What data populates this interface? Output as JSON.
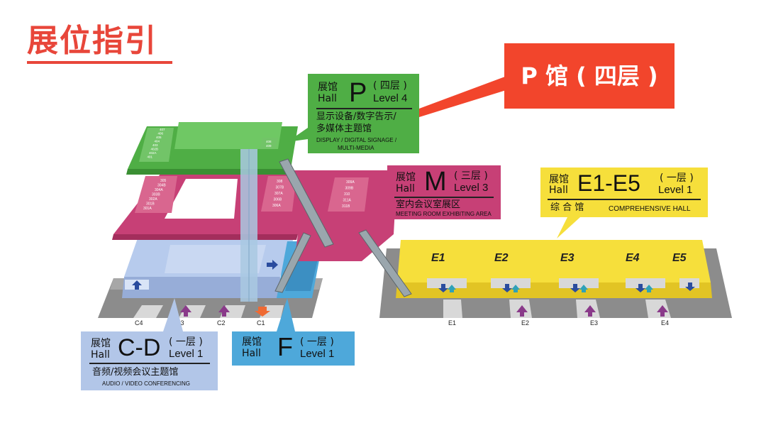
{
  "page_title": "展位指引",
  "callout": {
    "text": "P 馆 ( 四层 )",
    "color": "#f2452c"
  },
  "halls": {
    "p": {
      "zh_label": "展馆",
      "hall_en": "Hall",
      "letter": "P",
      "level_zh": "( 四层 )",
      "level_en": "Level 4",
      "desc_zh_1": "显示设备/数字告示/",
      "desc_zh_2": "多媒体主题馆",
      "desc_en_1": "DISPLAY / DIGITAL SIGNAGE /",
      "desc_en_2": "MULTI-MEDIA",
      "color": "#4fae45",
      "booths_left": [
        "407",
        "406",
        "405",
        "404",
        "403",
        "402B",
        "402A",
        "401"
      ],
      "booths_right": [
        "408",
        "409"
      ]
    },
    "m": {
      "zh_label": "展馆",
      "hall_en": "Hall",
      "letter": "M",
      "level_zh": "( 三层 )",
      "level_en": "Level 3",
      "desc_zh": "室内会议室展区",
      "desc_en": "MEETING ROOM EXHIBITING AREA",
      "color": "#c74076",
      "booths_left": [
        "305",
        "304B",
        "304A",
        "303B",
        "302A",
        "301B",
        "301A"
      ],
      "booths_mid": [
        "308",
        "307B",
        "307A",
        "306B",
        "306A"
      ],
      "booths_right": [
        "309A",
        "309B",
        "310",
        "311A",
        "311B"
      ]
    },
    "e": {
      "zh_label": "展馆",
      "hall_en": "Hall",
      "letter": "E1-E5",
      "level_zh": "( 一层 )",
      "level_en": "Level 1",
      "desc_zh": "综 合 馆",
      "desc_en": "COMPREHENSIVE HALL",
      "color": "#f6df3b",
      "sections": [
        "E1",
        "E2",
        "E3",
        "E4",
        "E5"
      ],
      "entrances": [
        "E1",
        "E2",
        "E3",
        "E4"
      ]
    },
    "cd": {
      "zh_label": "展馆",
      "hall_en": "Hall",
      "letter": "C-D",
      "level_zh": "( 一层 )",
      "level_en": "Level 1",
      "desc_zh": "音频/视频会议主题馆",
      "desc_en": "AUDIO / VIDEO CONFERENCING",
      "color": "#b2c6e8",
      "entrances": [
        "C4",
        "C3",
        "C2",
        "C1"
      ]
    },
    "f": {
      "zh_label": "展馆",
      "hall_en": "Hall",
      "letter": "F",
      "level_zh": "( 一层 )",
      "level_en": "Level 1",
      "color": "#4ea8da"
    }
  }
}
